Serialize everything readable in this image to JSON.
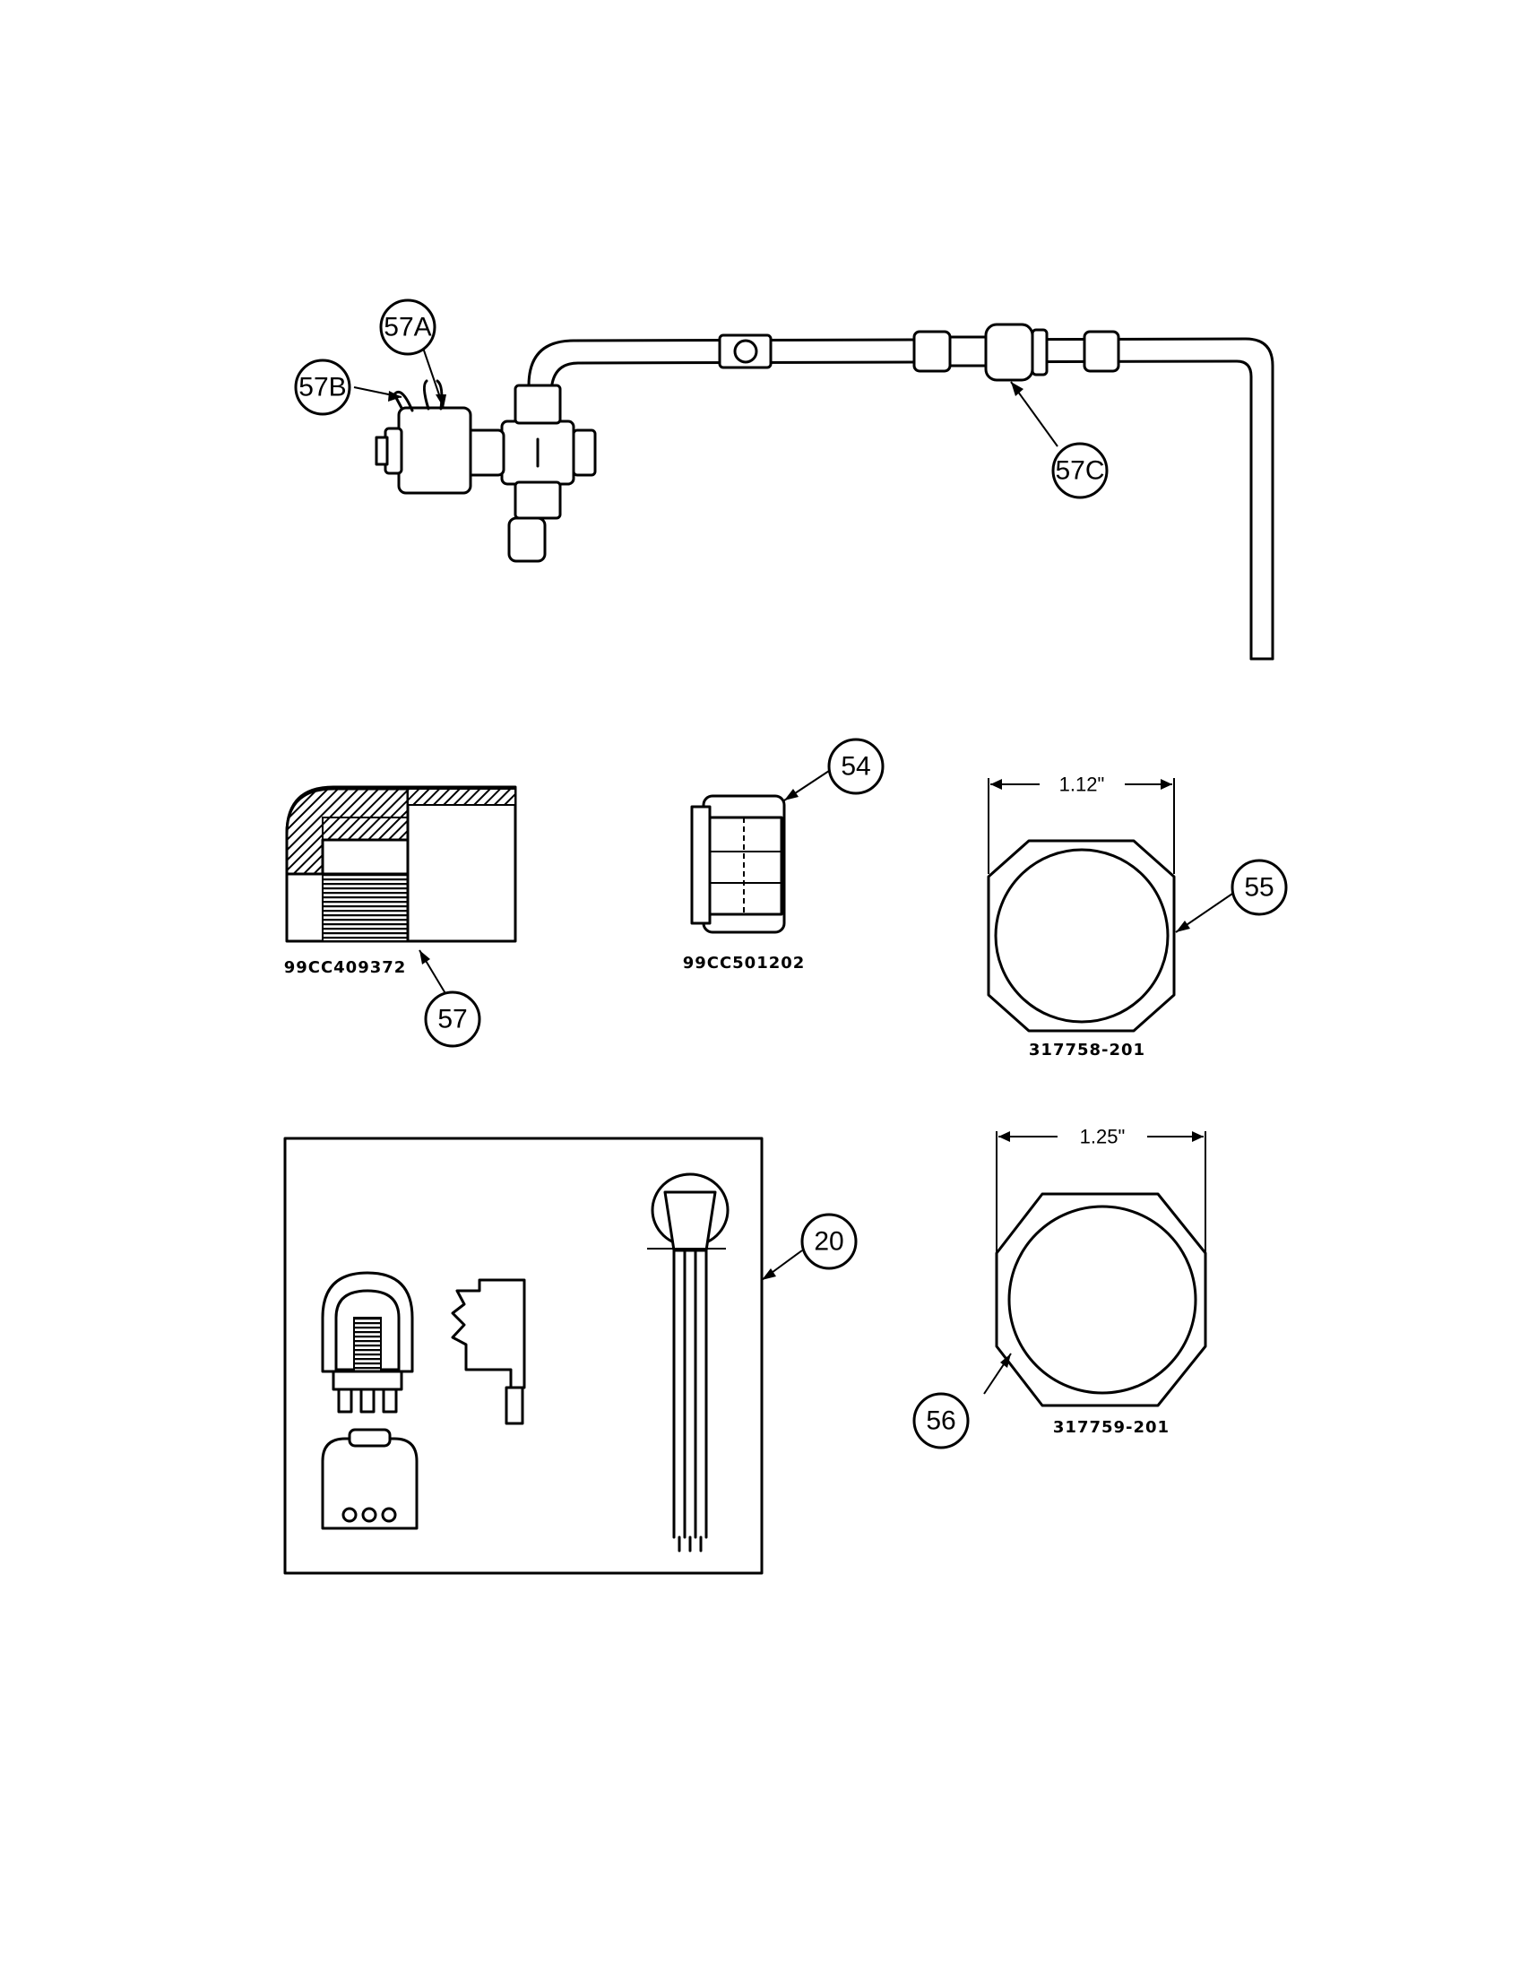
{
  "callouts": {
    "c57A": "57A",
    "c57B": "57B",
    "c57C": "57C",
    "c54": "54",
    "c55": "55",
    "c57": "57",
    "c20": "20",
    "c56": "56"
  },
  "part_numbers": {
    "p57": "99CC409372",
    "p54": "99CC501202",
    "p55": "317758-201",
    "p56": "317759-201"
  },
  "dimensions": {
    "d55": "1.12\"",
    "d56": "1.25\""
  }
}
